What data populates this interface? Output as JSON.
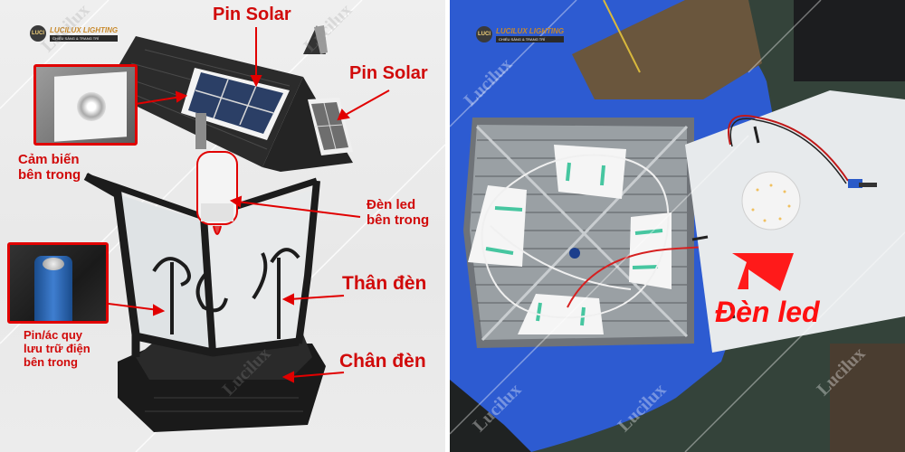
{
  "brand": {
    "logo_badge": "LUCI",
    "logo_name": "LUCILUX LIGHTING",
    "logo_tagline": "CHIẾU SÁNG & TRANG TRÍ",
    "watermark": "Lucilux"
  },
  "left_panel": {
    "labels": {
      "solar_top": "Pin Solar",
      "solar_side": "Pin Solar",
      "sensor_line1": "Cảm biến",
      "sensor_line2": "bên trong",
      "led_line1": "Đèn led",
      "led_line2": "bên trong",
      "body": "Thân đèn",
      "base": "Chân đèn",
      "battery_line1": "Pin/ác quy",
      "battery_line2": "lưu trữ điện",
      "battery_line3": "bên trong"
    },
    "insets": [
      "sensor-closeup",
      "battery-closeup"
    ]
  },
  "right_panel": {
    "labels": {
      "led": "Đèn led"
    }
  },
  "colors": {
    "label_red": "#d10a0a",
    "inset_border": "#e10000",
    "lamp_black": "#1e1e1e",
    "solar_blue": "#2b3f66",
    "table_blue": "#2d5bd1",
    "floor_green": "#3a4d42"
  }
}
